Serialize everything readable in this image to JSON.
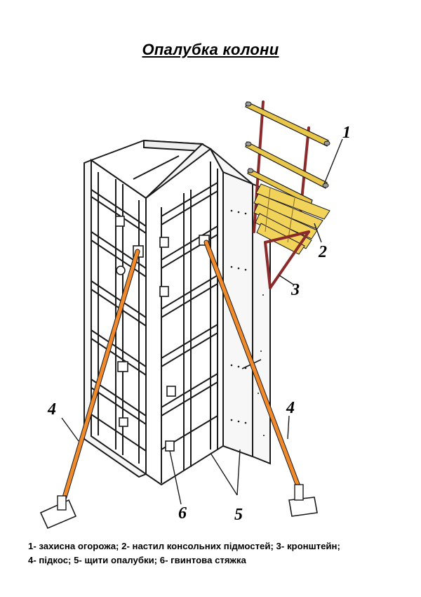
{
  "title": "Опалубка колони",
  "colors": {
    "ink": "#1a1a1a",
    "guardrail": "#e8c64a",
    "guardrail_post": "#8b2a2a",
    "decking": "#f2d35a",
    "bracket": "#8b2a2a",
    "brace": "#f08a2a"
  },
  "callouts": [
    "1",
    "2",
    "3",
    "4",
    "4",
    "5",
    "6"
  ],
  "legend": {
    "line1": "1- захисна огорожа; 2- настил консольних підмостей; 3- кронштейн;",
    "line2": "4- підкос; 5- щити опалубки; 6- гвинтова стяжка"
  }
}
